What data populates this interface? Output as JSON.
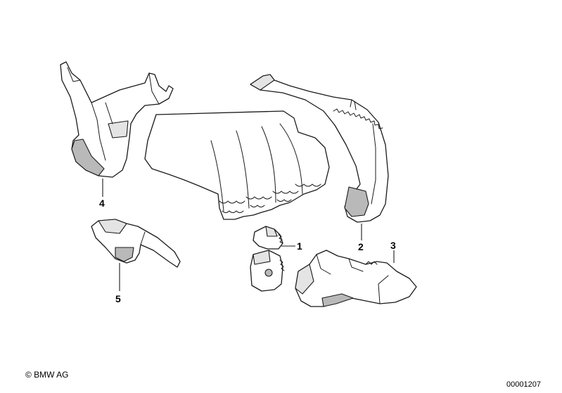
{
  "callouts": [
    {
      "id": "1",
      "label": "1"
    },
    {
      "id": "2",
      "label": "2"
    },
    {
      "id": "3",
      "label": "3"
    },
    {
      "id": "4",
      "label": "4"
    },
    {
      "id": "5",
      "label": "5"
    }
  ],
  "footer": {
    "copyright": "© BMW AG",
    "document_number": "00001207"
  }
}
